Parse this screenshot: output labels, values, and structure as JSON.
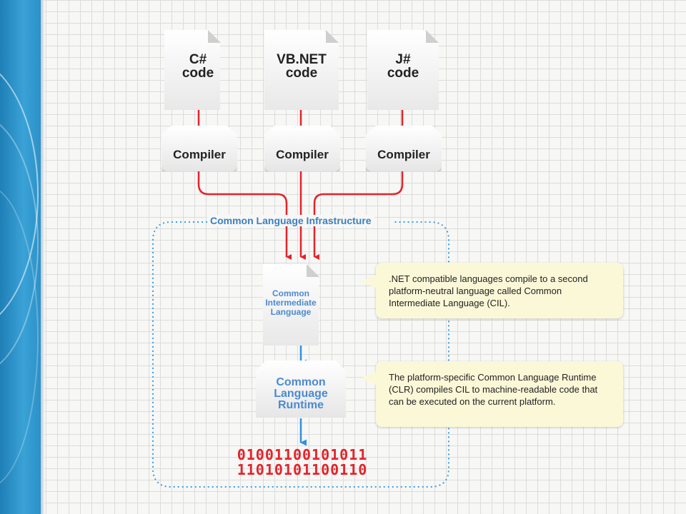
{
  "sources": [
    {
      "label": "C#\ncode"
    },
    {
      "label": "VB.NET\ncode"
    },
    {
      "label": "J#\ncode"
    }
  ],
  "compiler_label": "Compiler",
  "infrastructure_label": "Common Language Infrastructure",
  "cil_label": "Common\nIntermediate\nLanguage",
  "clr_label": "Common\nLanguage\nRuntime",
  "callouts": {
    "cil": ".NET compatible languages compile to a second platform-neutral language called Common Intermediate Language (CIL).",
    "clr": "The platform-specific Common Language Runtime (CLR) compiles CIL to machine-readable code that can be executed on the current platform."
  },
  "binary": [
    "01001100101011",
    "11010101100110"
  ],
  "colors": {
    "red_arrow": "#e4232a",
    "blue_arrow": "#2f8fe0",
    "cli_border": "#3a9ee6",
    "callout_bg": "#fbf8d8"
  }
}
